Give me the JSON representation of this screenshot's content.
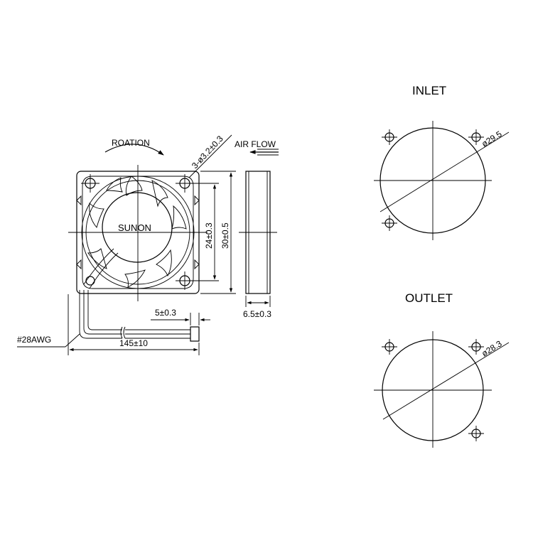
{
  "fan": {
    "brand": "SUNON",
    "rotation_label": "ROATION",
    "airflow_label": "AIR FLOW",
    "hole_dim": "3-ø3.2±0.3",
    "dim_hole_spacing": "24±0.3",
    "dim_frame_size": "30±0.5",
    "dim_thickness": "6.5±0.3",
    "dim_wire_strip": "5±0.3",
    "dim_lead_length": "145±10",
    "wire_gauge": "#28AWG"
  },
  "inlet": {
    "title": "INLET",
    "diameter": "ø29.5"
  },
  "outlet": {
    "title": "OUTLET",
    "diameter": "ø28.3"
  }
}
